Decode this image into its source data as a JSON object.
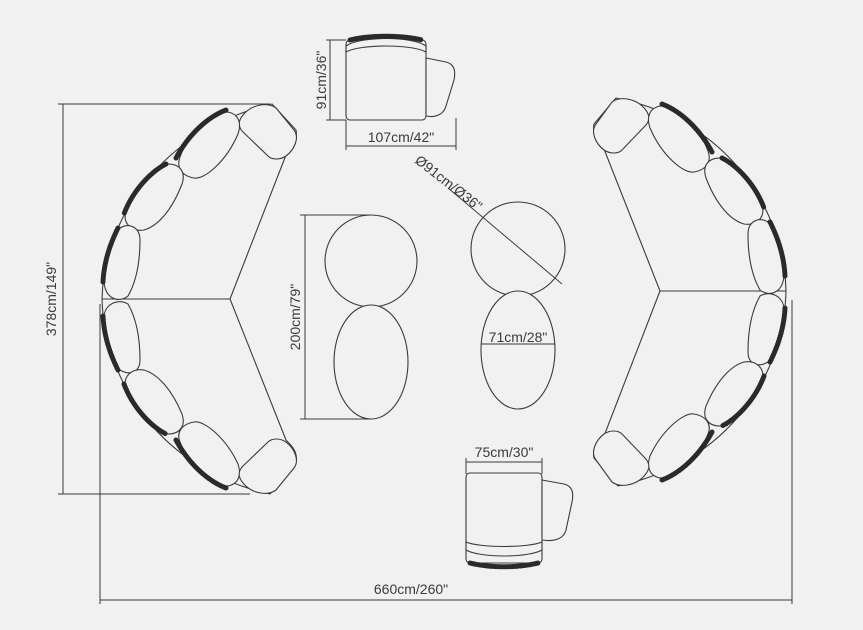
{
  "dimensions": {
    "overall_depth": "378cm/149\"",
    "overall_width": "660cm/260\"",
    "armchair_depth": "91cm/36\"",
    "armchair_width": "107cm/42\"",
    "round_table_diameter": "Ø91cm/Ø36\"",
    "oval_pair_length": "200cm/79\"",
    "oval_table_width": "71cm/28\"",
    "small_chair_width": "75cm/30\""
  }
}
